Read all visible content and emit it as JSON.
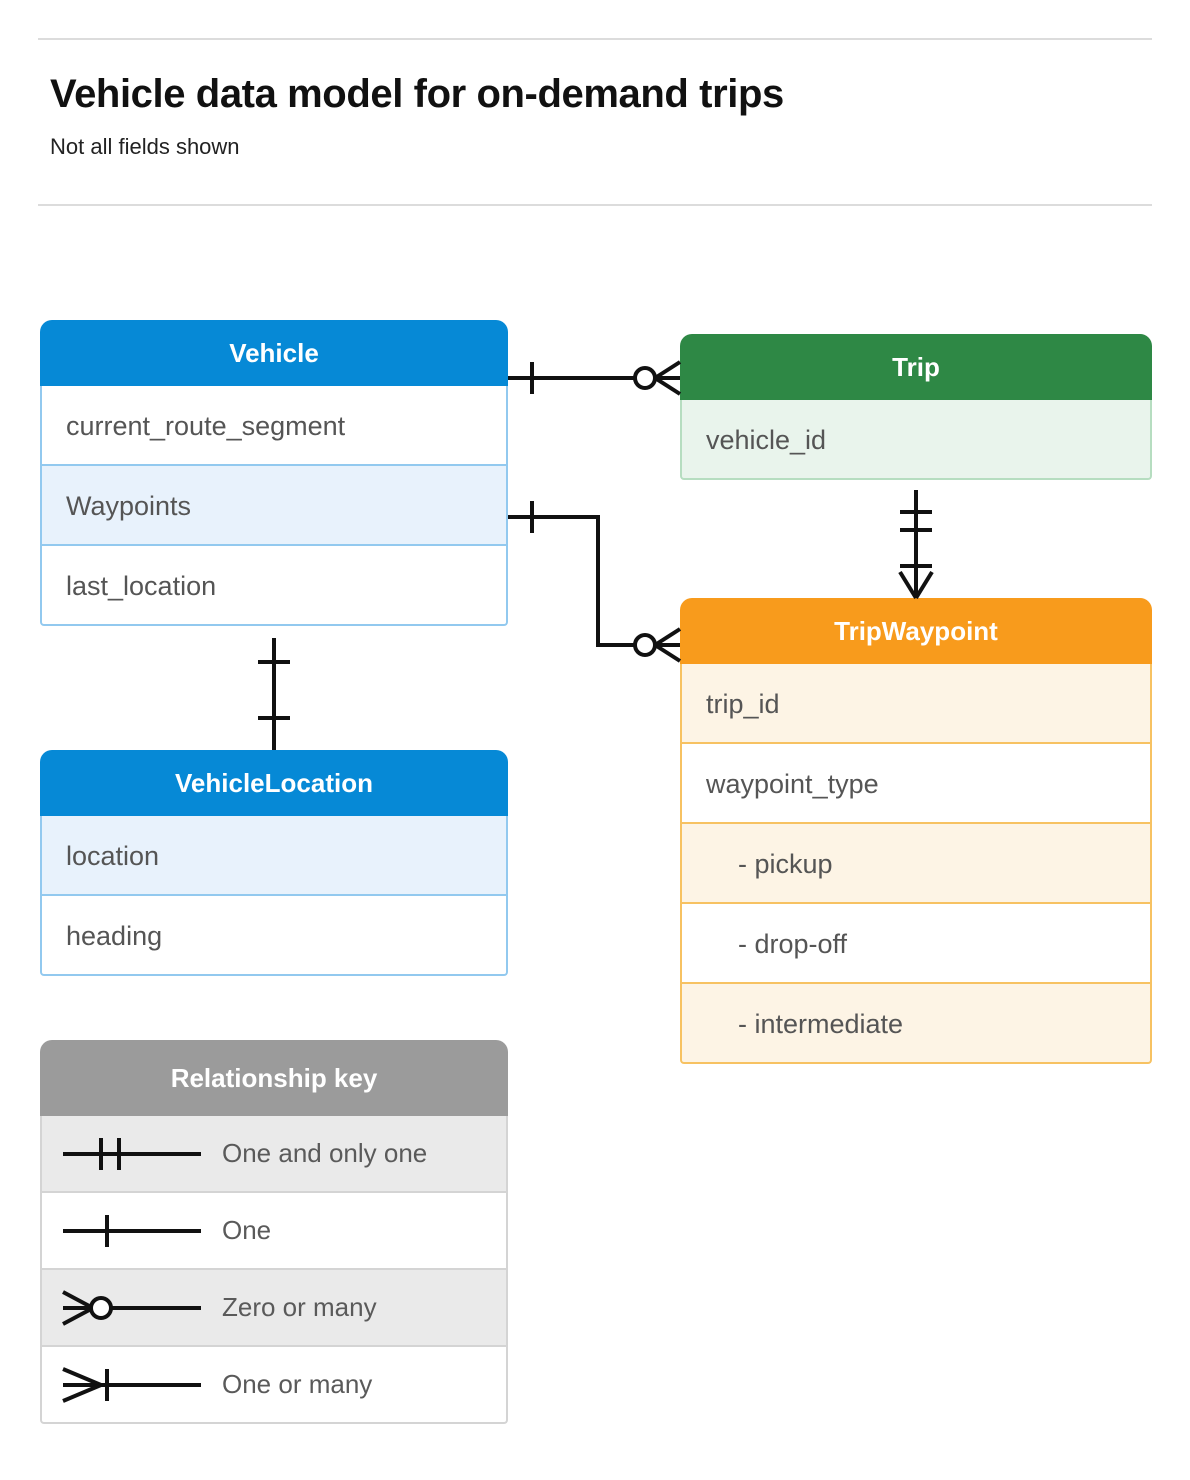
{
  "header": {
    "title": "Vehicle data model for on-demand trips",
    "subtitle": "Not all fields shown"
  },
  "entities": [
    {
      "id": "vehicle",
      "name": "Vehicle",
      "color": "#0689d6",
      "fields": [
        {
          "label": "current_route_segment",
          "highlighted": false
        },
        {
          "label": "Waypoints",
          "highlighted": true
        },
        {
          "label": "last_location",
          "highlighted": false
        }
      ]
    },
    {
      "id": "vehiclelocation",
      "name": "VehicleLocation",
      "color": "#0689d6",
      "fields": [
        {
          "label": "location",
          "highlighted": true
        },
        {
          "label": "heading",
          "highlighted": false
        }
      ]
    },
    {
      "id": "trip",
      "name": "Trip",
      "color": "#2e8845",
      "fields": [
        {
          "label": "vehicle_id",
          "highlighted": true
        }
      ]
    },
    {
      "id": "tripwaypoint",
      "name": "TripWaypoint",
      "color": "#f89b1c",
      "fields": [
        {
          "label": "trip_id",
          "highlighted": true
        },
        {
          "label": "waypoint_type",
          "highlighted": false
        },
        {
          "label": "- pickup",
          "highlighted": true
        },
        {
          "label": "- drop-off",
          "highlighted": false
        },
        {
          "label": "- intermediate",
          "highlighted": true
        }
      ]
    }
  ],
  "relationships": [
    {
      "from": "Vehicle",
      "to": "Trip",
      "from_cardinality": "One",
      "to_cardinality": "Zero or many"
    },
    {
      "from": "Vehicle.Waypoints",
      "to": "TripWaypoint",
      "from_cardinality": "One",
      "to_cardinality": "Zero or many"
    },
    {
      "from": "Trip",
      "to": "TripWaypoint",
      "from_cardinality": "One and only one",
      "to_cardinality": "One or many"
    },
    {
      "from": "Vehicle",
      "to": "VehicleLocation",
      "from_cardinality": "One",
      "to_cardinality": "One"
    }
  ],
  "legend": {
    "title": "Relationship key",
    "rows": [
      {
        "symbol": "one-and-only-one",
        "label": "One and only one"
      },
      {
        "symbol": "one",
        "label": "One"
      },
      {
        "symbol": "zero-or-many",
        "label": "Zero or many"
      },
      {
        "symbol": "one-or-many",
        "label": "One or many"
      }
    ]
  }
}
